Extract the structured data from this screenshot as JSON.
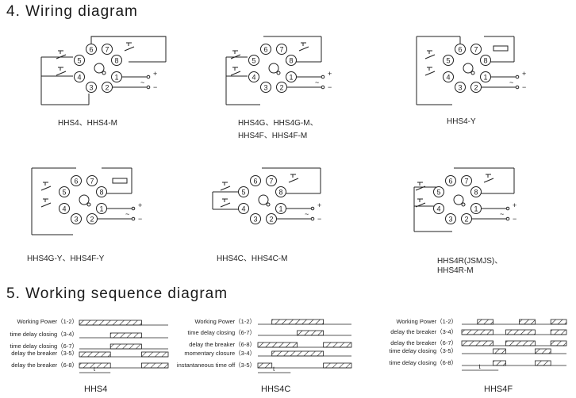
{
  "sections": {
    "wiring_title": "4.  Wiring diagram",
    "sequence_title": "5.  Working sequence diagram"
  },
  "wiring_diagrams": [
    {
      "caption": [
        "HHS4、HHS4-M"
      ]
    },
    {
      "caption": [
        "HHS4G、HHS4G-M、",
        "HHS4F、HHS4F-M"
      ]
    },
    {
      "caption": [
        "HHS4-Y"
      ]
    },
    {
      "caption": [
        "HHS4G-Y、HHS4F-Y"
      ]
    },
    {
      "caption": [
        "HHS4C、HHS4C-M"
      ]
    },
    {
      "caption": [
        "HHS4R(JSMJS)、",
        "HHS4R-M"
      ]
    }
  ],
  "terminal_numbers": [
    "1",
    "2",
    "3",
    "4",
    "5",
    "6",
    "7",
    "8"
  ],
  "supply_symbols": {
    "plus": "+",
    "minus": "−",
    "ac": "~"
  },
  "sequence_diagrams": [
    {
      "caption": "HHS4",
      "rows": [
        "Working Power（1-2）",
        "time delay closing（3-4）",
        "time delay closing（6-7）",
        "delay the breaker（3-5）",
        "delay the breaker（6-8）"
      ],
      "t_label": "t"
    },
    {
      "caption": "HHS4C",
      "rows": [
        "Working Power（1-2）",
        "time delay closing（6-7）",
        "delay the breaker（6-8）",
        "momentary closure（3-4）",
        "instantaneous time off（3-5）"
      ],
      "t_label": "t"
    },
    {
      "caption": "HHS4F",
      "rows": [
        "Working Power（1-2）",
        "delay the breaker（3-4）",
        "delay the breaker（6-7）",
        "time delay closing（3-5）",
        "time delay closing（6-8）"
      ],
      "t_label": "t"
    }
  ]
}
